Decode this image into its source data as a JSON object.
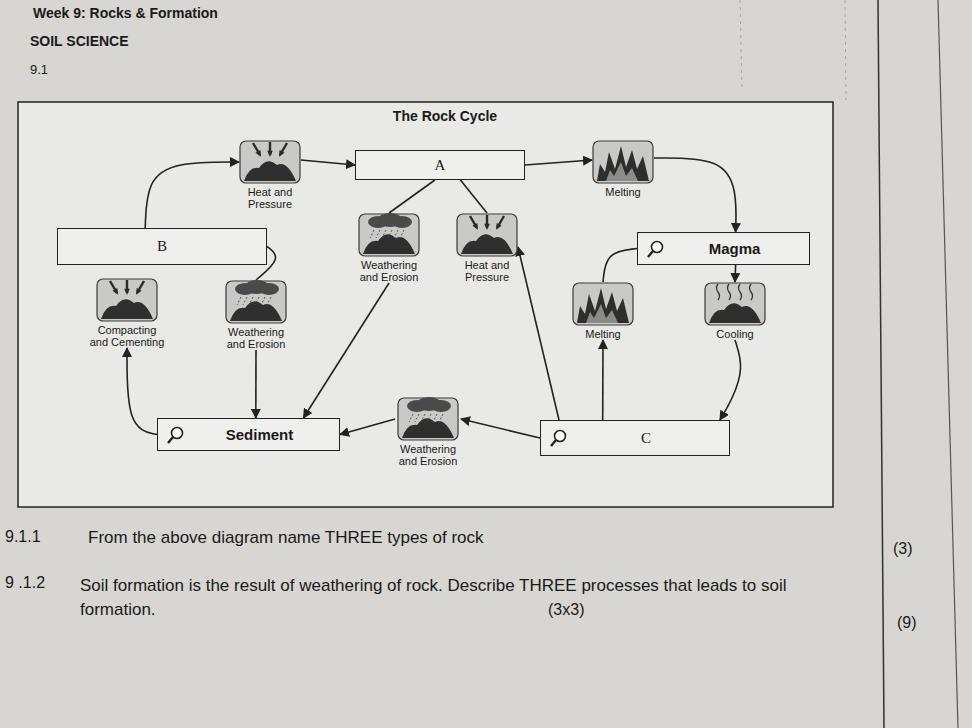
{
  "diagram": {
    "title": "The Rock Cycle",
    "nodes": [
      {
        "text": [
          "Heat and Pressure"
        ]
      },
      {
        "text": [
          "A"
        ]
      },
      {
        "text": [
          "Melting"
        ]
      },
      {
        "text": [
          "B"
        ]
      },
      {
        "text": [
          "Weathering and Erosion"
        ]
      },
      {
        "text": [
          "Heat and Pressure"
        ]
      },
      {
        "text": [
          "Magma"
        ]
      },
      {
        "text": [
          "Compacting and Cementing"
        ]
      },
      {
        "text": [
          "Weathering and Erosion"
        ]
      },
      {
        "text": [
          "Melting"
        ]
      },
      {
        "text": [
          "Cooling"
        ]
      },
      {
        "text": [
          "Sediment"
        ]
      },
      {
        "text": [
          "Weathering and Erosion"
        ]
      },
      {
        "text": [
          "C"
        ]
      }
    ],
    "edges": [
      {
        "from": 0,
        "to": 1,
        "arrow": "to"
      },
      {
        "from": 1,
        "to": 2,
        "arrow": "to"
      },
      {
        "from": 2,
        "to": 6,
        "arrow": "to"
      },
      {
        "from": 6,
        "to": 10,
        "arrow": "to"
      },
      {
        "from": 10,
        "to": 13,
        "arrow": "to"
      },
      {
        "from": 13,
        "to": 9,
        "arrow": "to"
      },
      {
        "from": 9,
        "to": 6,
        "arrow": "none"
      },
      {
        "from": 13,
        "to": 5,
        "arrow": "to"
      },
      {
        "from": 1,
        "to": 4,
        "arrow": "none"
      },
      {
        "from": 1,
        "to": 5,
        "arrow": "none"
      },
      {
        "from": 4,
        "to": 11,
        "arrow": "to"
      },
      {
        "from": 13,
        "to": 12,
        "arrow": "to"
      },
      {
        "from": 12,
        "to": 11,
        "arrow": "to"
      },
      {
        "from": 3,
        "to": 0,
        "arrow": "to"
      },
      {
        "from": 3,
        "to": 8,
        "arrow": "none"
      },
      {
        "from": 8,
        "to": 11,
        "arrow": "to"
      },
      {
        "from": 11,
        "to": 7,
        "arrow": "to"
      }
    ],
    "labels": [
      "Week 9: Rocks & Formation",
      "SOIL SCIENCE",
      "9.1",
      "9.1.1",
      "From the above diagram name THREE types of rock",
      "(3)",
      "9 .1.2",
      "Soil formation is the result of weathering of rock. Describe THREE processes that leads to soil formation.",
      "(3x3)",
      "(9)"
    ]
  }
}
